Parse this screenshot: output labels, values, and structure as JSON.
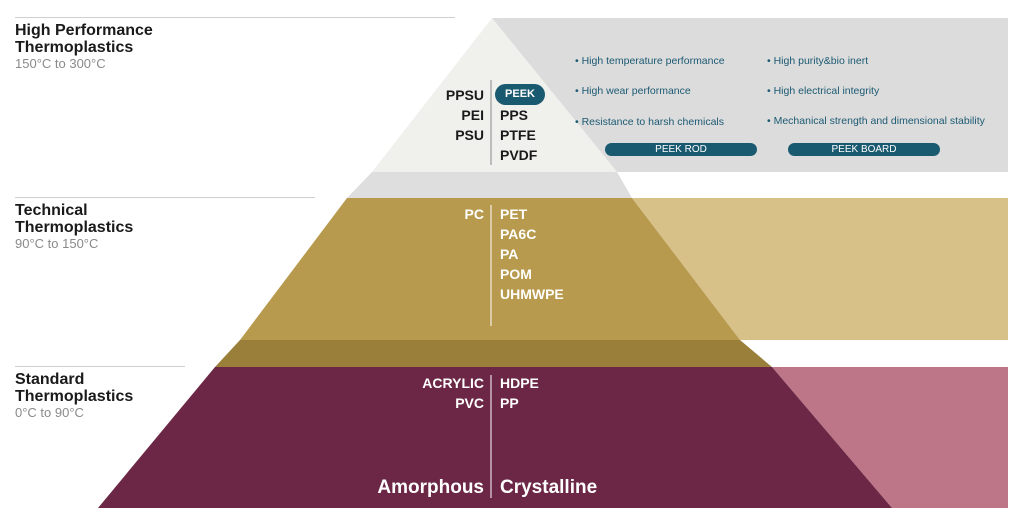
{
  "tiers": [
    {
      "title_line1": "High Performance",
      "title_line2": "Thermoplastics",
      "range": "150°C to 300°C",
      "amorphous": [
        "PPSU",
        "PEI",
        "PSU"
      ],
      "crystalline_highlight": "PEEK",
      "crystalline": [
        "PPS",
        "PTFE",
        "PVDF"
      ]
    },
    {
      "title_line1": "Technical",
      "title_line2": "Thermoplastics",
      "range": "90°C to 150°C",
      "amorphous": [
        "PC"
      ],
      "crystalline": [
        "PET",
        "PA6C",
        "PA",
        "POM",
        "UHMWPE"
      ]
    },
    {
      "title_line1": "Standard",
      "title_line2": "Thermoplastics",
      "range": "0°C to 90°C",
      "amorphous": [
        "ACRYLIC",
        "PVC"
      ],
      "crystalline": [
        "HDPE",
        "PP"
      ]
    }
  ],
  "axis": {
    "left": "Amorphous",
    "right": "Crystalline"
  },
  "peek_features": [
    "High temperature performance",
    "High wear performance",
    "Resistance to harsh chemicals",
    "High purity&bio inert",
    "High electrical integrity",
    "Mechanical strength and dimensional stability"
  ],
  "buttons": {
    "rod": "PEEK ROD",
    "board": "PEEK BOARD"
  },
  "colors": {
    "top": "#f0f0ed",
    "top_panel": "#dcdcdc",
    "middle": "#b89a4e",
    "middle_panel": "#d7c188",
    "bottom": "#6b2745",
    "bottom_panel": "#bd7688",
    "accent": "#1a5a70"
  }
}
